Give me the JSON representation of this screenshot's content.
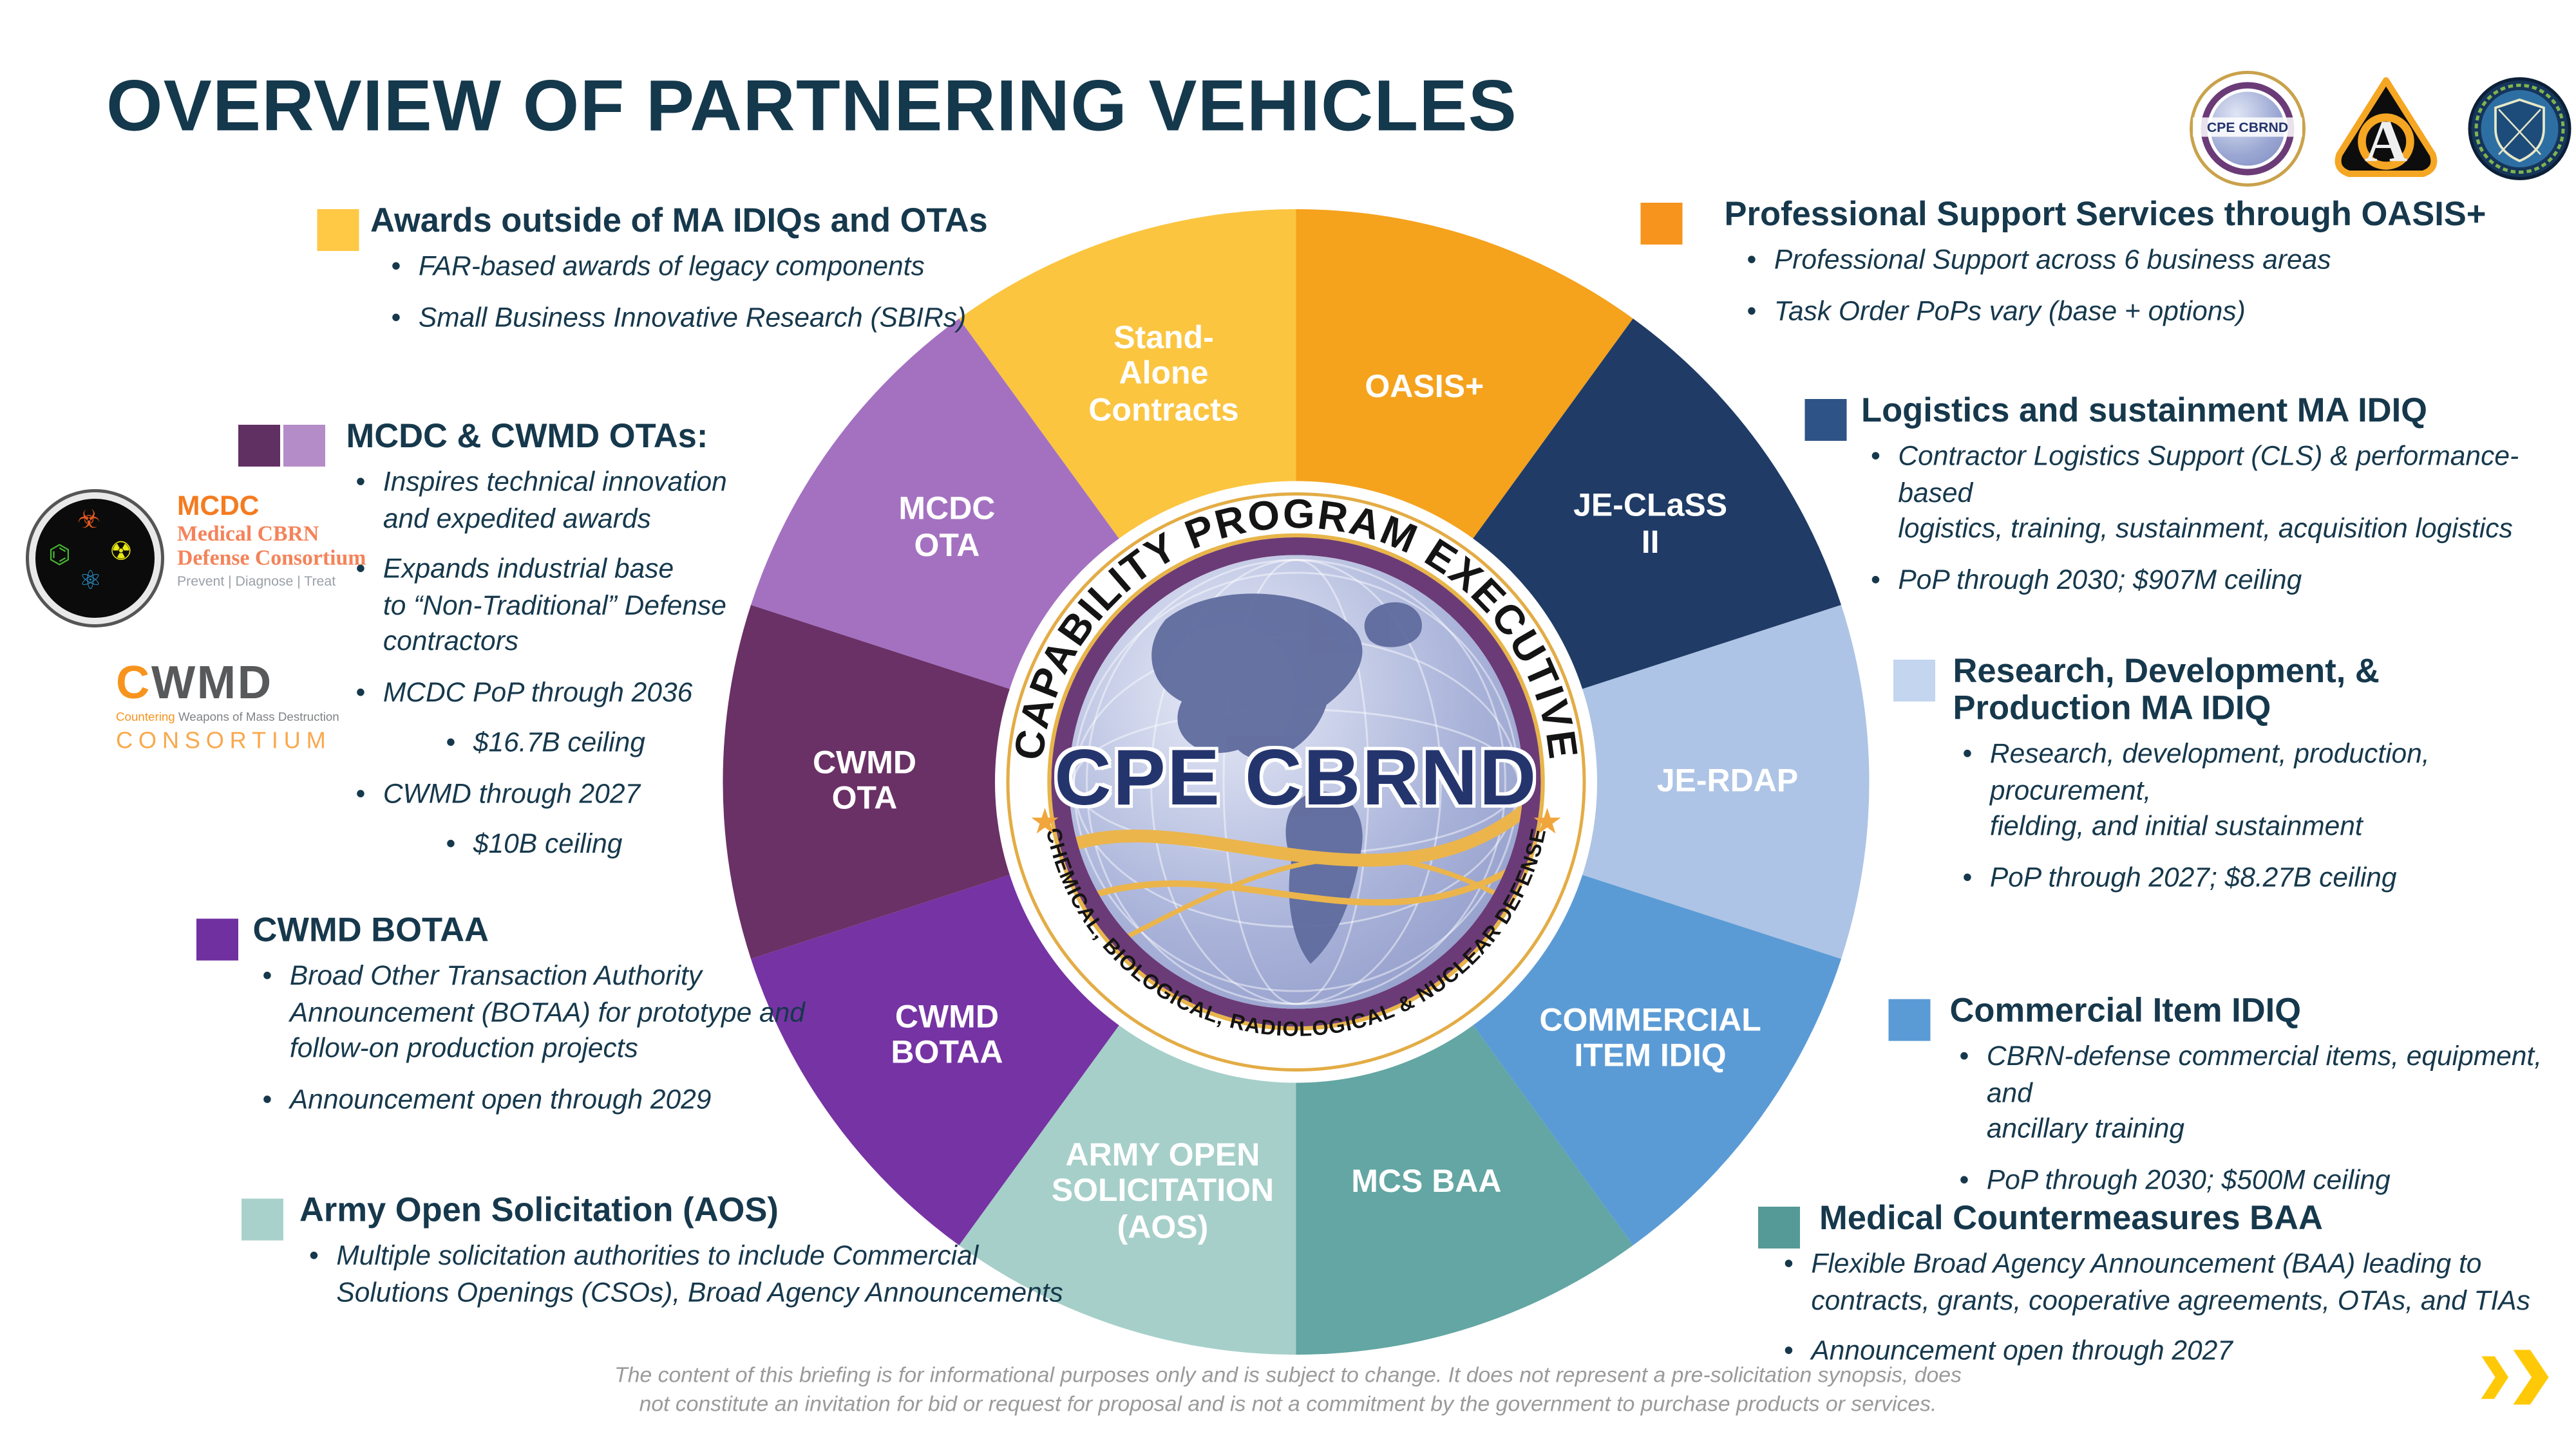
{
  "slide": {
    "title": "OVERVIEW OF PARTNERING VEHICLES",
    "footer_line1": "The content of this briefing is for informational purposes only and is subject to change. It does not represent a pre-solicitation synopsis, does",
    "footer_line2": "not constitute an invitation for bid or request for proposal and is not a commitment by the government to purchase products or services."
  },
  "header_logos": {
    "cpe_seal": "CPE CBRND seal",
    "army_acquisition": "Army Acquisition logo",
    "cbdp_seal": "Chemical and Biological Defense Program seal",
    "army_letter": "A"
  },
  "colors": {
    "yellow": "#FFC845",
    "dark_purple": "#613063",
    "light_purple": "#B48CC7",
    "botaa_purple": "#7030A0",
    "light_teal": "#A9D1CB",
    "orange": "#F7941E",
    "navy": "#2E5386",
    "light_blue": "#C3D5EF",
    "med_blue": "#5B9BD5",
    "teal": "#559A96"
  },
  "blocks": {
    "awards": {
      "heading": "Awards outside of MA IDIQs and OTAs",
      "bullets": [
        {
          "level": 1,
          "lines": [
            "FAR-based awards of legacy components"
          ]
        },
        {
          "level": 1,
          "lines": [
            "Small Business Innovative Research (SBIRs)"
          ]
        }
      ]
    },
    "mcdc_otas": {
      "heading": "MCDC & CWMD OTAs:",
      "bullets": [
        {
          "level": 1,
          "lines": [
            "Inspires technical innovation",
            "and expedited awards"
          ]
        },
        {
          "level": 1,
          "lines": [
            "Expands industrial base",
            "to “Non-Traditional” Defense",
            "contractors"
          ]
        },
        {
          "level": 1,
          "lines": [
            "MCDC PoP through 2036"
          ]
        },
        {
          "level": 2,
          "lines": [
            "$16.7B ceiling"
          ]
        },
        {
          "level": 1,
          "lines": [
            "CWMD through 2027"
          ]
        },
        {
          "level": 2,
          "lines": [
            "$10B ceiling"
          ]
        }
      ]
    },
    "cwmd_botaa": {
      "heading": "CWMD BOTAA",
      "bullets": [
        {
          "level": 1,
          "lines": [
            "Broad Other Transaction Authority",
            "Announcement (BOTAA) for prototype and",
            "follow-on production projects"
          ]
        },
        {
          "level": 1,
          "lines": [
            "Announcement open through 2029"
          ]
        }
      ]
    },
    "aos": {
      "heading": "Army Open Solicitation (AOS)",
      "bullets": [
        {
          "level": 1,
          "lines": [
            "Multiple solicitation authorities to include Commercial",
            "Solutions Openings (CSOs), Broad Agency Announcements"
          ]
        }
      ]
    },
    "oasis": {
      "heading": "Professional Support Services through OASIS+",
      "bullets": [
        {
          "level": 1,
          "lines": [
            "Professional Support across 6 business areas"
          ]
        },
        {
          "level": 1,
          "lines": [
            "Task Order PoPs vary (base + options)"
          ]
        }
      ]
    },
    "logistics": {
      "heading": "Logistics and sustainment MA IDIQ",
      "bullets": [
        {
          "level": 1,
          "lines": [
            "Contractor Logistics Support (CLS) & performance-based",
            "logistics, training, sustainment, acquisition logistics"
          ]
        },
        {
          "level": 1,
          "lines": [
            "PoP through 2030; $907M ceiling"
          ]
        }
      ]
    },
    "research": {
      "heading": "Research, Development, & Production MA IDIQ",
      "bullets": [
        {
          "level": 1,
          "lines": [
            "Research, development, production, procurement,",
            "fielding, and initial sustainment"
          ]
        },
        {
          "level": 1,
          "lines": [
            "PoP through 2027; $8.27B ceiling"
          ]
        }
      ]
    },
    "commercial": {
      "heading": "Commercial Item IDIQ",
      "bullets": [
        {
          "level": 1,
          "lines": [
            "CBRN-defense commercial items, equipment, and",
            "ancillary training"
          ]
        },
        {
          "level": 1,
          "lines": [
            "PoP through 2030; $500M ceiling"
          ]
        }
      ]
    },
    "medical": {
      "heading": "Medical Countermeasures BAA",
      "bullets": [
        {
          "level": 1,
          "lines": [
            "Flexible Broad Agency Announcement (BAA) leading to",
            "contracts, grants, cooperative agreements, OTAs, and TIAs"
          ]
        },
        {
          "level": 1,
          "lines": [
            "Announcement open through 2027"
          ]
        }
      ]
    }
  },
  "mcdc_logo": {
    "acronym": "MCDC",
    "name_line1": "Medical CBRN",
    "name_line2": "Defense Consortium",
    "tagline": "Prevent | Diagnose | Treat",
    "glyph_bio": "☣",
    "glyph_chem": "⌬",
    "glyph_rad": "☢",
    "glyph_atom": "⚛"
  },
  "cwmd_logo": {
    "c": "C",
    "wmd": "WMD",
    "sub_orange": "Countering ",
    "sub_gray": "Weapons of Mass Destruction",
    "consortium": "CONSORTIUM"
  },
  "chart_data": {
    "type": "pie",
    "title": "CPE CBRND partnering vehicles wheel",
    "center": [
      805,
      486
    ],
    "outer_radius": 356,
    "label_radius": 268,
    "legend_position": "around",
    "segments": [
      {
        "name": "OASIS+",
        "value": 36,
        "start_angle": 0,
        "end_angle": 36,
        "color": "#F5A21D",
        "label_lines": [
          "OASIS+"
        ],
        "label_radius": 258
      },
      {
        "name": "JE-CLaSS II",
        "value": 36,
        "start_angle": 36,
        "end_angle": 72,
        "color": "#1F3B66",
        "label_lines": [
          "JE-CLaSS",
          "II"
        ],
        "label_radius": 272
      },
      {
        "name": "JE-RDAP",
        "value": 36,
        "start_angle": 72,
        "end_angle": 108,
        "color": "#AEC4E6",
        "label_lines": [
          "JE-RDAP"
        ],
        "label_radius": 268
      },
      {
        "name": "COMMERCIAL ITEM IDIQ",
        "value": 36,
        "start_angle": 108,
        "end_angle": 144,
        "color": "#5B9BD5",
        "label_lines": [
          "COMMERCIAL",
          "ITEM IDIQ"
        ],
        "label_radius": 272
      },
      {
        "name": "MCS BAA",
        "value": 36,
        "start_angle": 144,
        "end_angle": 180,
        "color": "#63A6A3",
        "label_lines": [
          "MCS BAA"
        ],
        "label_radius": 262
      },
      {
        "name": "ARMY OPEN SOLICITATION (AOS)",
        "value": 36,
        "start_angle": 180,
        "end_angle": 216,
        "color": "#A6CFC9",
        "label_lines": [
          "ARMY OPEN",
          "SOLICITATION",
          "(AOS)"
        ],
        "label_radius": 268
      },
      {
        "name": "CWMD BOTAA",
        "value": 36,
        "start_angle": 216,
        "end_angle": 252,
        "color": "#7633A4",
        "label_lines": [
          "CWMD",
          "BOTAA"
        ],
        "label_radius": 268
      },
      {
        "name": "CWMD OTA",
        "value": 36,
        "start_angle": 252,
        "end_angle": 288,
        "color": "#6A3166",
        "label_lines": [
          "CWMD",
          "OTA"
        ],
        "label_radius": 268
      },
      {
        "name": "MCDC OTA",
        "value": 36,
        "start_angle": 288,
        "end_angle": 324,
        "color": "#A471C1",
        "label_lines": [
          "MCDC",
          "OTA"
        ],
        "label_radius": 268
      },
      {
        "name": "Stand-Alone Contracts",
        "value": 36,
        "start_angle": 324,
        "end_angle": 360,
        "color": "#FBC540",
        "label_lines": [
          "Stand-",
          "Alone",
          "Contracts"
        ],
        "label_radius": 266
      }
    ],
    "emblem": {
      "top_text": "CAPABILITY PROGRAM EXECUTIVE",
      "name": "CPE CBRND",
      "bottom_text": "CHEMICAL, BIOLOGICAL, RADIOLOGICAL & NUCLEAR DEFENSE",
      "star": "★"
    }
  }
}
